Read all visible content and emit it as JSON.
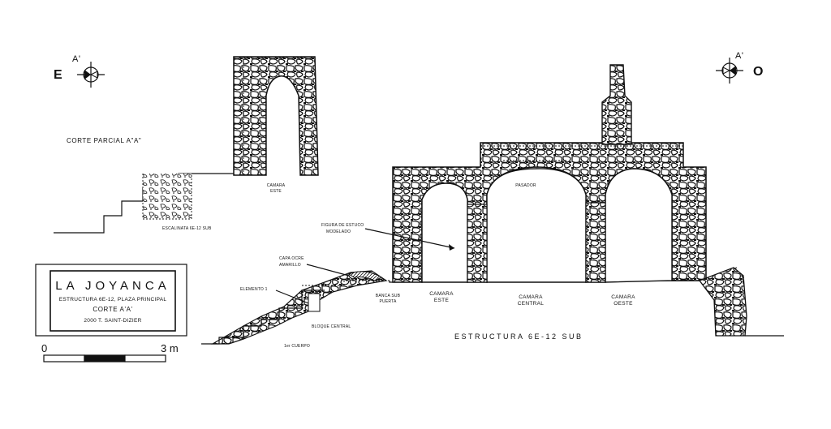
{
  "compass_left": {
    "letter": "E",
    "mark": "A'"
  },
  "compass_right": {
    "letter": "O",
    "mark": "A'"
  },
  "labels": {
    "corte_parcial": "CORTE PARCIAL  A\"A\"",
    "camara_este_top_1": "CAMARA",
    "camara_este_top_2": "ESTE",
    "escalinata": "ESCALINATA 6E-12 SUB",
    "figura_estuco_1": "FIGURA DE ESTUCO",
    "figura_estuco_2": "MODELADO",
    "capa_ocre_1": "CAPA OCRE",
    "capa_ocre_2": "AMARILLO",
    "pasador": "PASADOR",
    "elemento": "ELEMENTO 1",
    "banca_1": "BANCA SUB",
    "banca_2": "PUERTA",
    "camara_este_1": "CAMARA",
    "camara_este_2": "ESTE",
    "camara_central_1": "CAMARA",
    "camara_central_2": "CENTRAL",
    "camara_oeste_1": "CAMARA",
    "camara_oeste_2": "OESTE",
    "bloque_central": "BLOQUE CENTRAL",
    "nivel_cuerpo": "1er CUERPO",
    "estructura_main": "ESTRUCTURA 6E-12 SUB"
  },
  "title_box": {
    "title": "LA JOYANCA",
    "line1": "ESTRUCTURA 6E-12, PLAZA PRINCIPAL",
    "line2": "CORTE A'A'",
    "line3": "2000 T. SAINT-DIZIER"
  },
  "scale_bar": {
    "start": "0",
    "end": "3 m",
    "segments": 3
  }
}
